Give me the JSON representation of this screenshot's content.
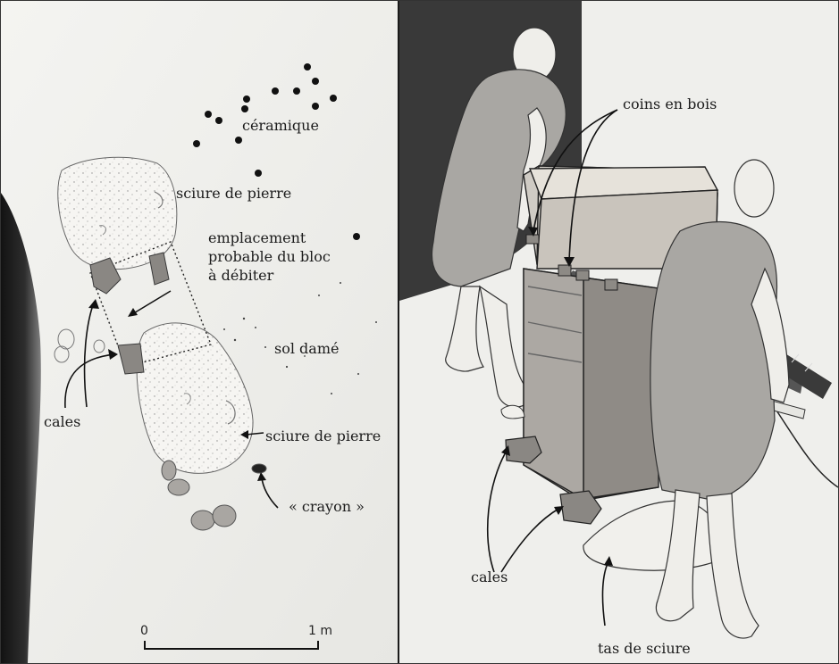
{
  "plan": {
    "labels": {
      "ceramique": "céramique",
      "sciure_top": "sciure de pierre",
      "emplacement": [
        "emplacement",
        "probable du bloc",
        "à débiter"
      ],
      "sol_dame": "sol damé",
      "cales": "cales",
      "sciure_bottom": "sciure de pierre",
      "crayon": "« crayon »"
    },
    "scale": {
      "start": "0",
      "end": "1 m"
    }
  },
  "scene": {
    "labels": {
      "coins_en_bois": "coins en bois",
      "cales": "cales",
      "tas_de_sciure": "tas de sciure"
    }
  },
  "colors": {
    "stone": "#c9c4bc",
    "wedge": "#8a8783",
    "wall": "#3c3c3c",
    "floor": "#e9e8e4",
    "figure": "#a9a7a3",
    "skin": "#efeeea"
  }
}
